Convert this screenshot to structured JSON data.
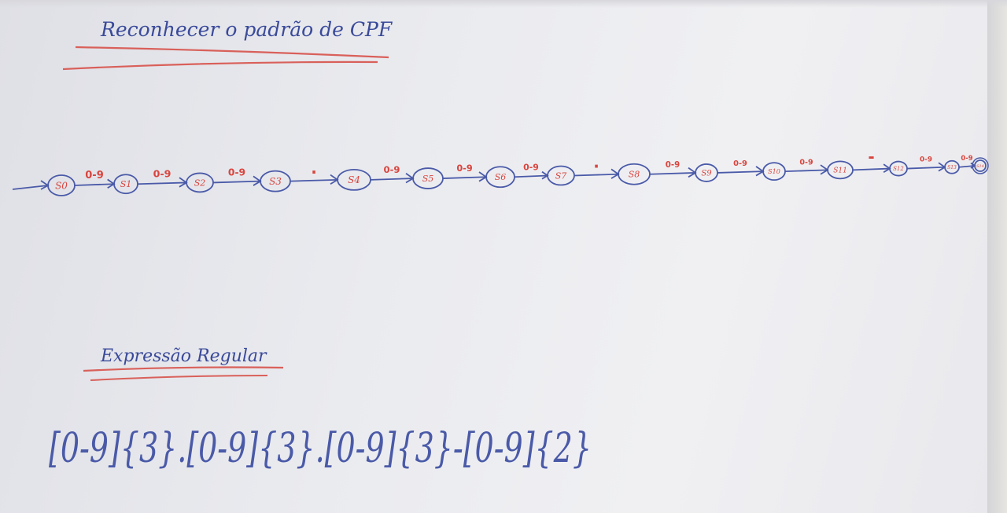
{
  "heading": {
    "title": "Reconhecer o padrão de CPF",
    "ink_color": "#3a4a9a",
    "underline_color": "#d9605a"
  },
  "automaton": {
    "states": [
      "S0",
      "S1",
      "S2",
      "S3",
      "S4",
      "S5",
      "S6",
      "S7",
      "S8",
      "S9",
      "S10",
      "S11",
      "S12",
      "S13",
      "S14"
    ],
    "transitions": [
      "0-9",
      "0-9",
      "0-9",
      ".",
      "0-9",
      "0-9",
      "0-9",
      ".",
      "0-9",
      "0-9",
      "0-9",
      "-",
      "0-9",
      "0-9"
    ],
    "state_color": "#4a5aa8",
    "label_color": "#d9453e"
  },
  "regex_section": {
    "title": "Expressão Regular",
    "expression": "[0-9]{3}.[0-9]{3}.[0-9]{3}-[0-9]{2}"
  }
}
